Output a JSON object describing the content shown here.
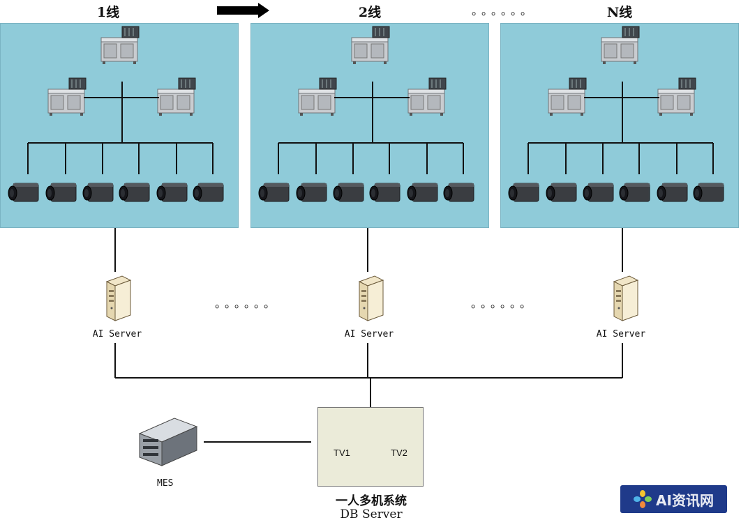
{
  "lines": [
    {
      "title": "1线"
    },
    {
      "title": "2线"
    },
    {
      "title": "N线"
    }
  ],
  "ellipsis": "。。。。。。",
  "server_label": "AI Server",
  "station": {
    "monitors": [
      "TV1",
      "TV2"
    ],
    "title": "一人多机系统",
    "subtitle": "DB Server"
  },
  "mes_label": "MES",
  "watermark": "AI资讯网",
  "colors": {
    "panel": "#8fcbd9",
    "station": "#ebebd9",
    "line": "#111111"
  }
}
